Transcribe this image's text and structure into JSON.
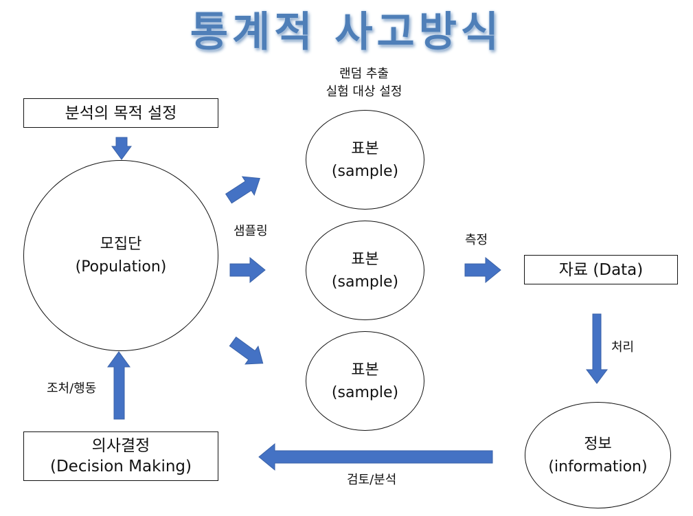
{
  "title": "통계적 사고방식",
  "purpose_box": "분석의 목적 설정",
  "population": {
    "line1": "모집단",
    "line2": "(Population)"
  },
  "sampling_note": {
    "line1": "랜덤 추출",
    "line2": "실험 대상 설정"
  },
  "samples": [
    {
      "line1": "표본",
      "line2": "(sample)"
    },
    {
      "line1": "표본",
      "line2": "(sample)"
    },
    {
      "line1": "표본",
      "line2": "(sample)"
    }
  ],
  "sampling_label": "샘플링",
  "measure_label": "측정",
  "data_box": "자료 (Data)",
  "process_label": "처리",
  "information": {
    "line1": "정보",
    "line2": "(information)"
  },
  "review_label": "검토/분석",
  "decision": {
    "line1": "의사결정",
    "line2": "(Decision Making)"
  },
  "action_label": "조처/행동",
  "colors": {
    "arrow": "#4472c4",
    "title": "#4f7fb8"
  }
}
